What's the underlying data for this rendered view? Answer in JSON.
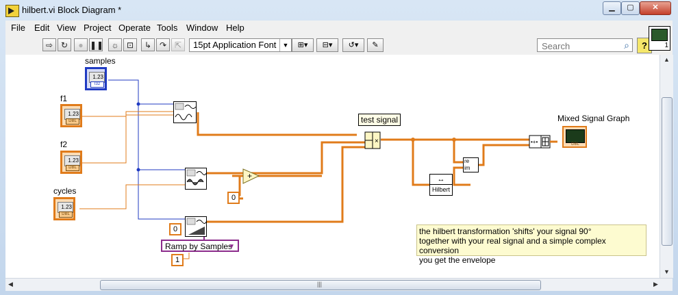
{
  "window": {
    "title": "hilbert.vi Block Diagram *",
    "controls": {
      "minimize": "▁",
      "maximize": "▢",
      "close": "✕"
    }
  },
  "menu": [
    "File",
    "Edit",
    "View",
    "Project",
    "Operate",
    "Tools",
    "Window",
    "Help"
  ],
  "toolbar": {
    "font": "15pt Application Font",
    "search_placeholder": "Search",
    "help": "?",
    "icons": [
      "run-arrow-icon",
      "run-continuously-icon",
      "abort-icon",
      "pause-icon",
      "highlight-execution-icon",
      "retain-wire-values-icon",
      "step-into-icon",
      "step-over-icon",
      "step-out-icon",
      "align-icon",
      "distribute-icon",
      "reorder-icon",
      "clean-up-icon"
    ]
  },
  "connector_pane": {
    "number": "1"
  },
  "diagram": {
    "controls": [
      {
        "label": "samples",
        "value": "1.23",
        "rep": "I32",
        "color": "#1f3ac2"
      },
      {
        "label": "f1",
        "value": "1.23",
        "rep": "DBL",
        "color": "#e07b1a"
      },
      {
        "label": "f2",
        "value": "1.23",
        "rep": "DBL",
        "color": "#e07b1a"
      },
      {
        "label": "cycles",
        "value": "1.23",
        "rep": "DBL",
        "color": "#e07b1a"
      }
    ],
    "constants": {
      "c1": "0",
      "c2": "0",
      "c3": "1"
    },
    "ring": {
      "value": "Ramp by Samples"
    },
    "test_signal_label": "test signal",
    "hilbert_label": "Hilbert",
    "re_im": {
      "re": "re",
      "im": "im"
    },
    "graph_label": "Mixed Signal Graph",
    "graph_rep": "DBL",
    "comment": [
      "the hilbert transformation 'shifts' your signal 90°",
      "together with your real signal and a simple complex conversion",
      "you get the envelope"
    ]
  },
  "colors": {
    "dbl_wire": "#e07b1a",
    "int_wire": "#1f3ac2",
    "enum_wire": "#8b2a8b"
  }
}
